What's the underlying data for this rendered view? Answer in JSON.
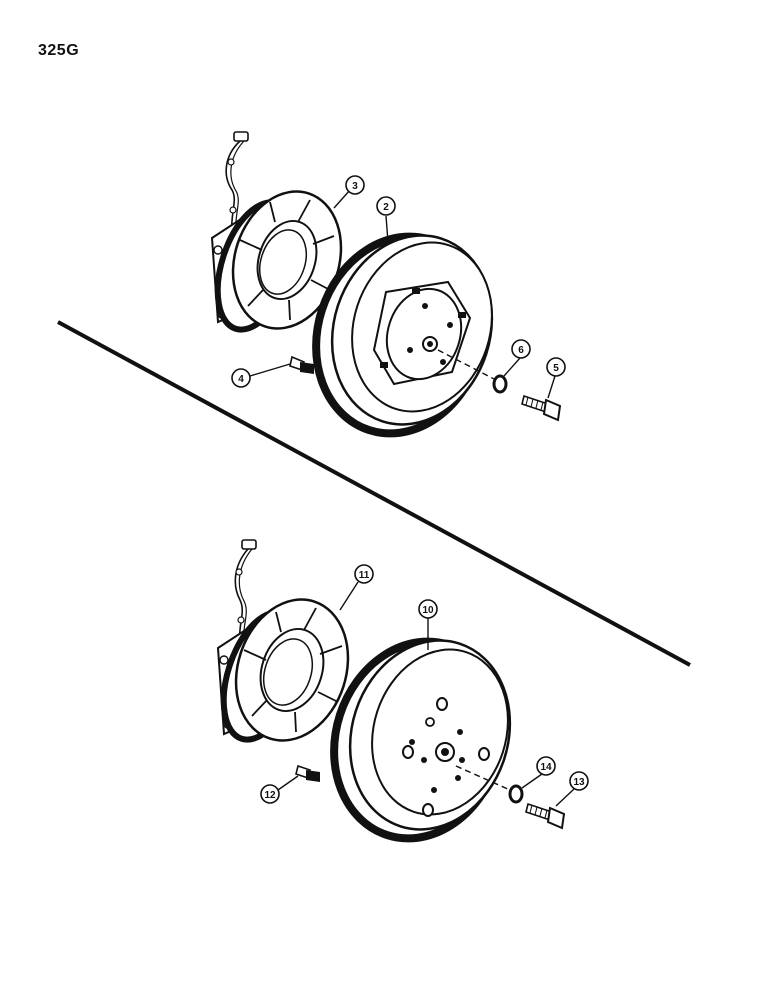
{
  "page": {
    "model_label": "325G"
  },
  "callouts": {
    "c1": "3",
    "c2": "2",
    "c3": "4",
    "c4": "6",
    "c5": "5",
    "c6": "11",
    "c7": "10",
    "c8": "12",
    "c9": "14",
    "c10": "13"
  }
}
